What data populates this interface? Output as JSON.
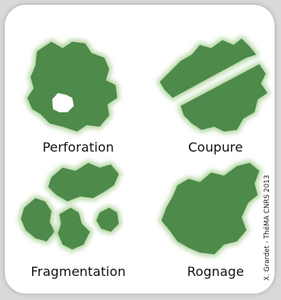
{
  "panels": [
    {
      "key": "perforation",
      "label": "Perforation"
    },
    {
      "key": "coupure",
      "label": "Coupure"
    },
    {
      "key": "fragmentation",
      "label": "Fragmentation"
    },
    {
      "key": "rognage",
      "label": "Rognage"
    }
  ],
  "credit": "X. Grardet - ThéMA CNRS 2013",
  "colors": {
    "shape_fill": "#4e8a4a",
    "shape_glow": "#b8d9a8",
    "background": "#d9d9d9",
    "card": "#ffffff"
  }
}
